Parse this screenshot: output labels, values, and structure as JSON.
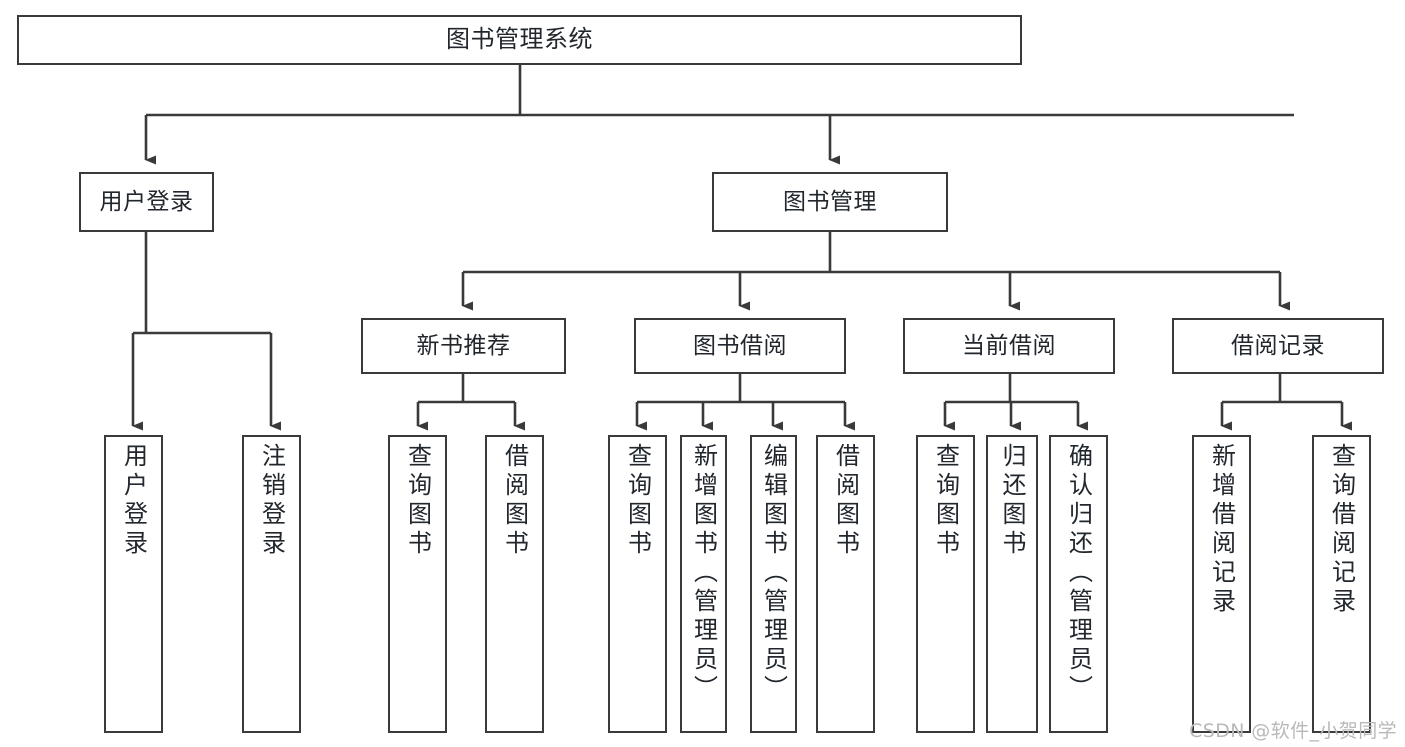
{
  "diagram": {
    "title": "图书管理系统",
    "type": "hierarchy-tree",
    "watermark": "CSDN @软件_小贺同学",
    "colors": {
      "stroke": "#3a3a3a",
      "fill": "#ffffff",
      "text": "#22272e",
      "watermark": "#b9b9b9"
    },
    "levels": {
      "root": {
        "label": "图书管理系统"
      },
      "level2": [
        {
          "label": "用户登录"
        },
        {
          "label": "图书管理"
        }
      ],
      "level3": [
        {
          "label": "新书推荐"
        },
        {
          "label": "图书借阅"
        },
        {
          "label": "当前借阅"
        },
        {
          "label": "借阅记录"
        }
      ],
      "leaves": [
        {
          "label": "用户登录",
          "parent": "用户登录"
        },
        {
          "label": "注销登录",
          "parent": "用户登录"
        },
        {
          "label": "查询图书",
          "parent": "新书推荐"
        },
        {
          "label": "借阅图书",
          "parent": "新书推荐"
        },
        {
          "label": "查询图书",
          "parent": "图书借阅"
        },
        {
          "label": "新增图书（管理员）",
          "parent": "图书借阅"
        },
        {
          "label": "编辑图书（管理员）",
          "parent": "图书借阅"
        },
        {
          "label": "借阅图书",
          "parent": "图书借阅"
        },
        {
          "label": "查询图书",
          "parent": "当前借阅"
        },
        {
          "label": "归还图书",
          "parent": "当前借阅"
        },
        {
          "label": "确认归还（管理员）",
          "parent": "当前借阅"
        },
        {
          "label": "新增借阅记录",
          "parent": "借阅记录"
        },
        {
          "label": "查询借阅记录",
          "parent": "借阅记录"
        }
      ]
    }
  }
}
